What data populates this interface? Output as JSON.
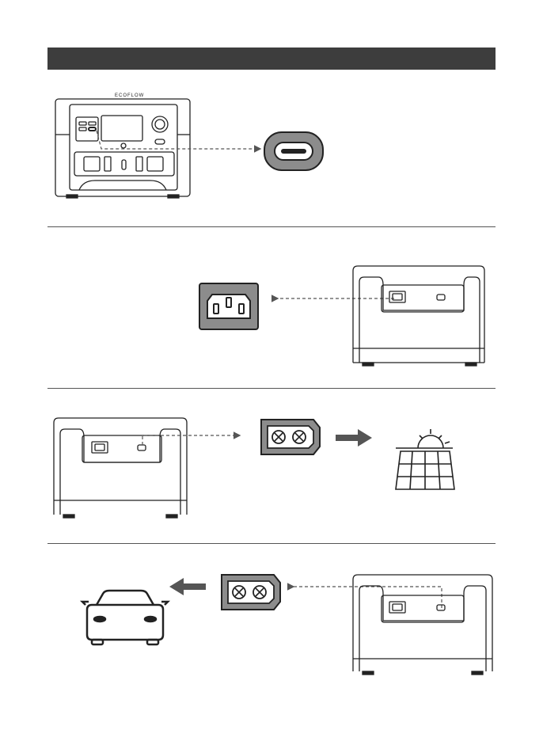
{
  "header": {
    "color": "#3d3d3d"
  },
  "sections": [
    {
      "icon": "usb-c-port-icon",
      "device_view": "front"
    },
    {
      "icon": "ac-input-port-icon",
      "device_view": "rear"
    },
    {
      "icon": "xt60-port-icon",
      "device_view": "rear",
      "target": "solar-panel-icon"
    },
    {
      "icon": "xt60-port-icon",
      "device_view": "rear",
      "target": "car-icon"
    }
  ],
  "device": {
    "brand_logo": "ECOFLOW"
  },
  "colors": {
    "port_fill": "#8c8c8c",
    "line": "#222222",
    "arrow": "#555555"
  }
}
